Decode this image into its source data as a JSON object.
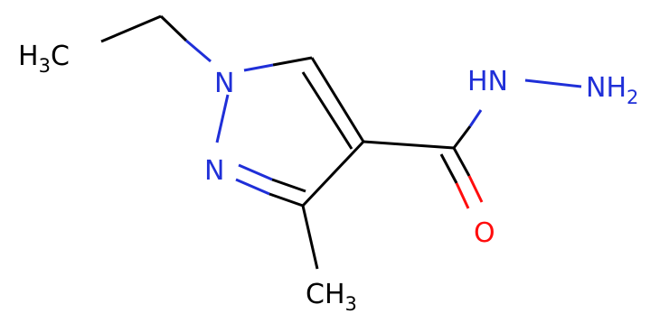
{
  "colors": {
    "carbon": "#000000",
    "nitrogen": "#1f2fd8",
    "oxygen": "#ff0d0d",
    "background": "#ffffff"
  },
  "atoms": {
    "ch3_top": {
      "main": "H",
      "sub": "3",
      "tail": "C"
    },
    "n1": {
      "main": "N",
      "sub": ""
    },
    "n2": {
      "main": "N",
      "sub": ""
    },
    "ch3_bottom": {
      "main": "CH",
      "sub": "3"
    },
    "hn": {
      "main": "HN",
      "sub": ""
    },
    "nh2": {
      "main": "NH",
      "sub": "2"
    },
    "o": {
      "main": "O",
      "sub": ""
    }
  }
}
